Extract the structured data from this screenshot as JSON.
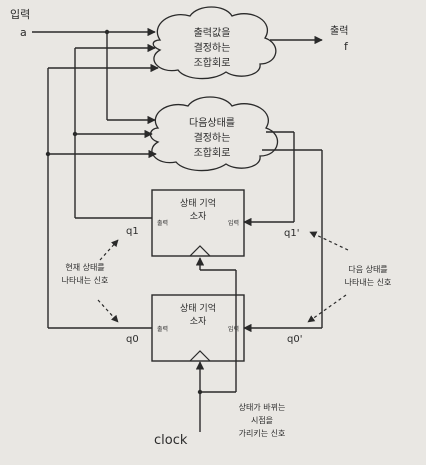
{
  "labels": {
    "input_title": "입력",
    "input_a": "a",
    "output_title": "출력",
    "output_f": "f",
    "clock": "clock"
  },
  "output_cloud": {
    "lines": [
      "출력값을",
      "결정하는",
      "조합회로"
    ]
  },
  "next_state_cloud": {
    "lines": [
      "다음상태를",
      "결정하는",
      "조합회로"
    ]
  },
  "memory_top": {
    "title": [
      "상태 기억",
      "소자"
    ],
    "out_pin": "출력",
    "in_pin": "입력"
  },
  "memory_bottom": {
    "title": [
      "상태 기억",
      "소자"
    ],
    "out_pin": "출력",
    "in_pin": "입력"
  },
  "state_signals": {
    "q1": "q1",
    "q0": "q0",
    "q1_next": "q1'",
    "q0_next": "q0'"
  },
  "annotations": {
    "current_state": [
      "현재 상태를",
      "나타내는 신호"
    ],
    "next_state": [
      "다음 상태를",
      "나타내는 신호"
    ],
    "clock_desc": [
      "상태가 바뀌는",
      "시점을",
      "가리키는 신호"
    ]
  },
  "colors": {
    "line": "#2a2a2a",
    "background": "#e9e7e3"
  }
}
